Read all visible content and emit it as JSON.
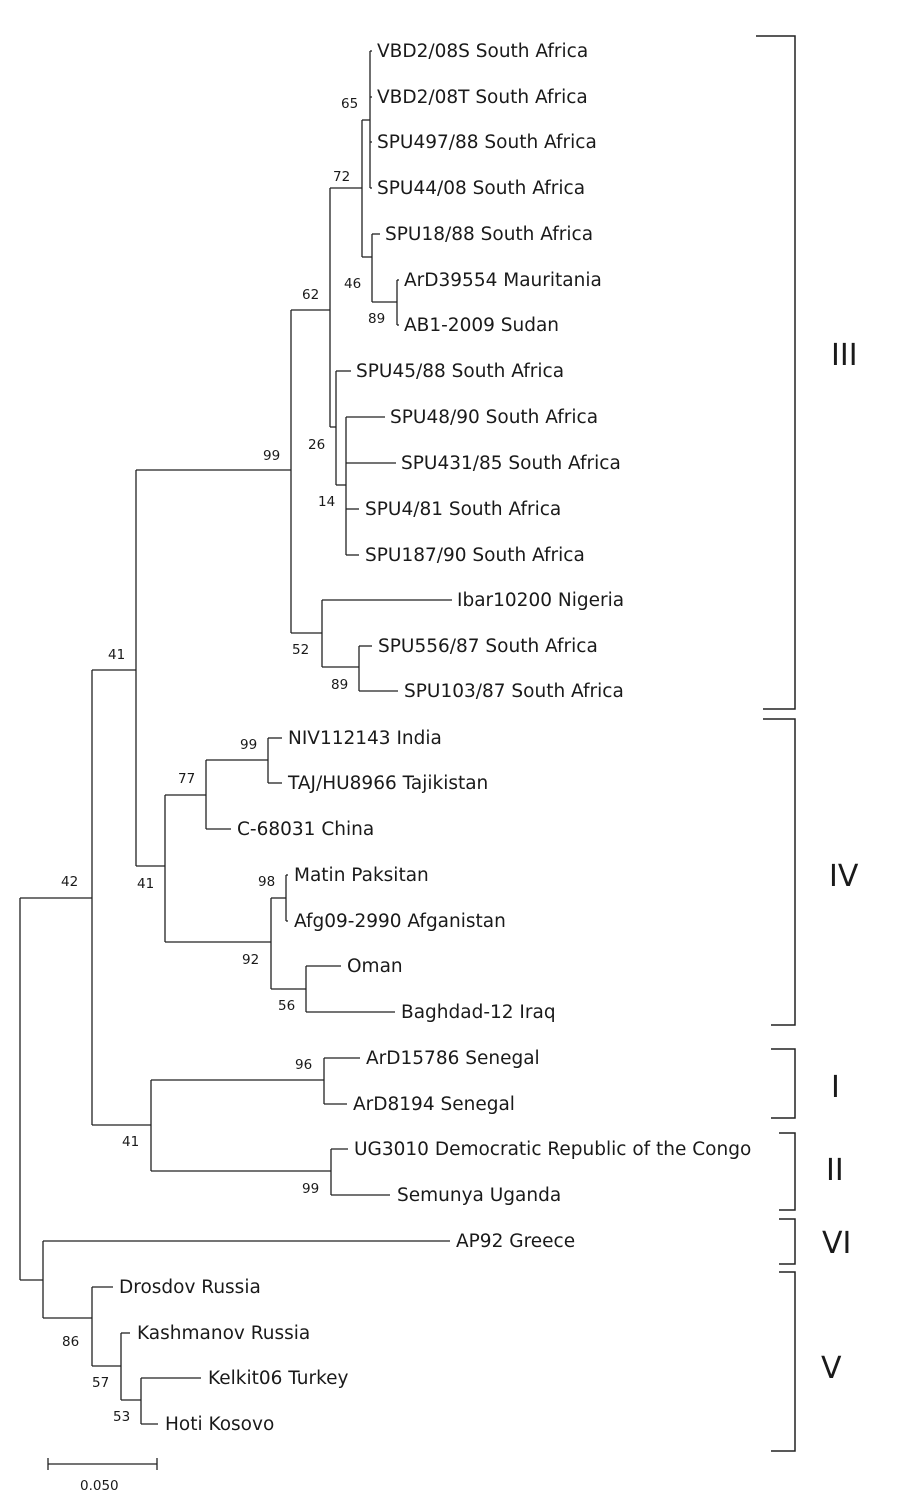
{
  "taxa": {
    "vbd2_08s": "VBD2/08S South Africa",
    "vbd2_08t": "VBD2/08T South Africa",
    "spu497_88": "SPU497/88 South Africa",
    "spu44_08": "SPU44/08 South Africa",
    "spu18_88": "SPU18/88 South Africa",
    "ard39554": "ArD39554 Mauritania",
    "ab1_2009": "AB1-2009 Sudan",
    "spu45_88": "SPU45/88 South Africa",
    "spu48_90": "SPU48/90 South Africa",
    "spu431_85": "SPU431/85 South Africa",
    "spu4_81": "SPU4/81 South Africa",
    "spu187_90": "SPU187/90 South Africa",
    "ibar10200": "Ibar10200 Nigeria",
    "spu556_87": "SPU556/87 South Africa",
    "spu103_87": "SPU103/87 South Africa",
    "niv112143": "NIV112143 India",
    "taj_hu8966": "TAJ/HU8966 Tajikistan",
    "c68031": "C-68031 China",
    "matin": "Matin Paksitan",
    "afg09": "Afg09-2990 Afganistan",
    "oman": "Oman",
    "baghdad12": "Baghdad-12 Iraq",
    "ard15786": "ArD15786 Senegal",
    "ard8194": "ArD8194 Senegal",
    "ug3010": "UG3010 Democratic Republic of the Congo",
    "semunya": "Semunya Uganda",
    "ap92": "AP92 Greece",
    "drosdov": "Drosdov Russia",
    "kashmanov": "Kashmanov Russia",
    "kelkit06": "Kelkit06 Turkey",
    "hoti": "Hoti Kosovo"
  },
  "bootstrap": {
    "b65": "65",
    "b72": "72",
    "b46": "46",
    "b89a": "89",
    "b62": "62",
    "b26": "26",
    "b14": "14",
    "b99a": "99",
    "b52": "52",
    "b89b": "89",
    "b41a": "41",
    "b99b": "99",
    "b77": "77",
    "b41b": "41",
    "b98": "98",
    "b92": "92",
    "b56": "56",
    "b42": "42",
    "b96": "96",
    "b41c": "41",
    "b99c": "99",
    "b86": "86",
    "b57": "57",
    "b53": "53"
  },
  "clades": {
    "III": "III",
    "IV": "IV",
    "I": "I",
    "II": "II",
    "VI": "VI",
    "V": "V"
  },
  "scale": {
    "value": 0.05,
    "label": "0.050"
  }
}
